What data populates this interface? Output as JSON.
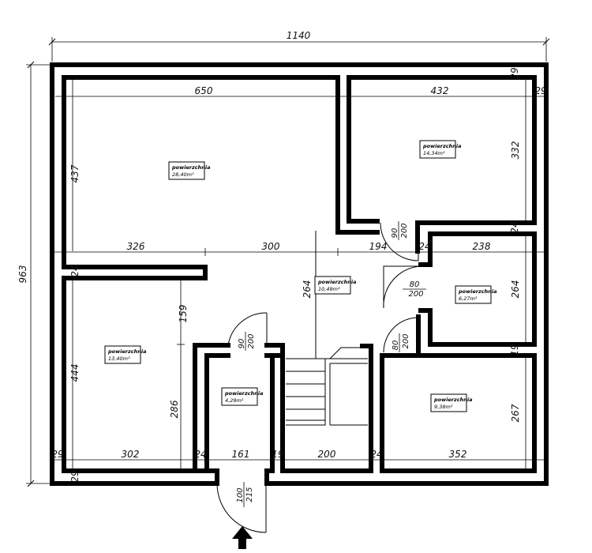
{
  "plan": {
    "overall_width": "1140",
    "overall_height": "963"
  },
  "rooms": [
    {
      "name": "powierzchnia",
      "area": "28,40m²"
    },
    {
      "name": "powierzchnia",
      "area": "14,34m²"
    },
    {
      "name": "powierzchnia",
      "area": "10,49m²"
    },
    {
      "name": "powierzchnia",
      "area": "6,27m²"
    },
    {
      "name": "powierzchnia",
      "area": "13,40m²"
    },
    {
      "name": "powierzchnia",
      "area": "4,29m²"
    },
    {
      "name": "powierzchnia",
      "area": "9,38m²"
    }
  ],
  "dims": {
    "d650": "650",
    "d432": "432",
    "d29a": "29",
    "d29b": "29",
    "d332": "332",
    "d437": "437",
    "d326": "326",
    "d300": "300",
    "d194": "194",
    "d24a": "24",
    "d24b": "24",
    "d238": "238",
    "d24c": "24",
    "d264a": "264",
    "d264b": "264",
    "d19a": "19",
    "d24d": "24",
    "d159": "159",
    "d444": "444",
    "d286": "286",
    "d267": "267",
    "d29c": "29",
    "d302": "302",
    "d24e": "24",
    "d161": "161",
    "d19b": "19",
    "d200": "200",
    "d24f": "24",
    "d352": "352",
    "d29d": "29"
  },
  "doors": [
    {
      "width": "90",
      "height": "200"
    },
    {
      "width": "80",
      "height": "200"
    },
    {
      "width": "80",
      "height": "200"
    },
    {
      "width": "90",
      "height": "200"
    },
    {
      "width": "100",
      "height": "215"
    }
  ],
  "entrance": {
    "icon": "arrow-up-icon"
  }
}
